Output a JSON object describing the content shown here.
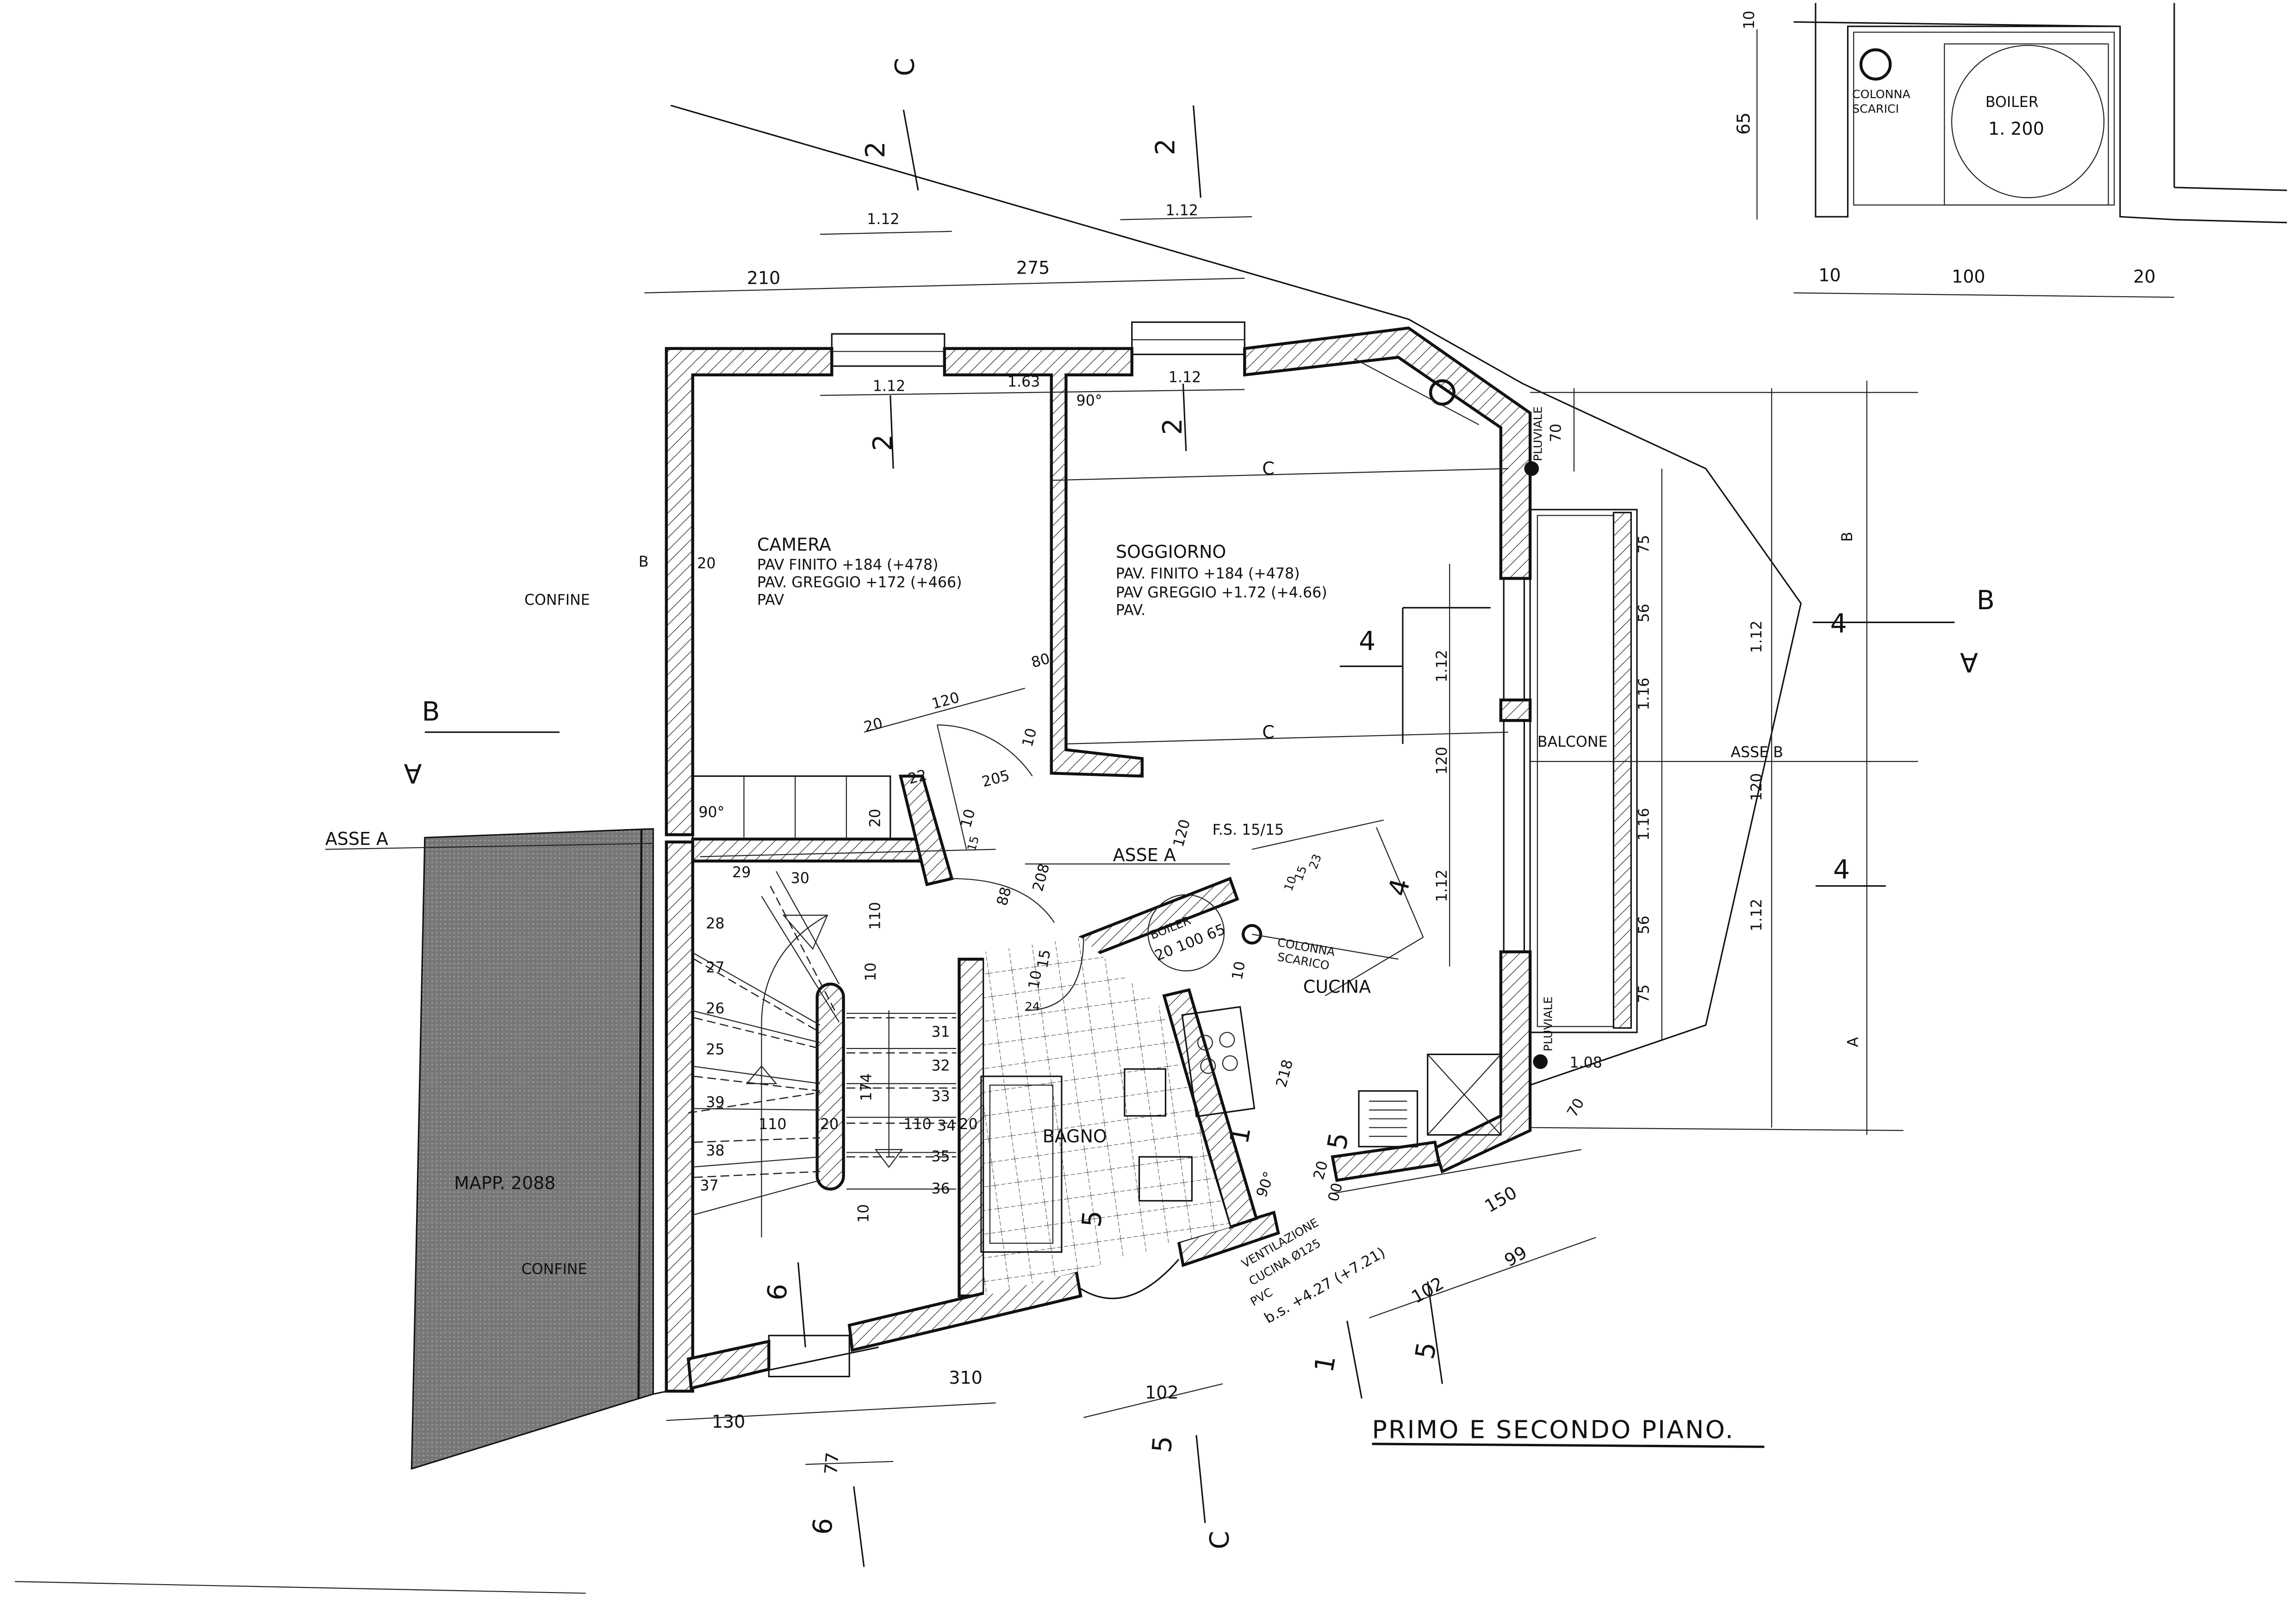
{
  "title": "PRIMO E SECONDO PIANO.",
  "colors": {
    "ink": "#111111",
    "neighbour_fill": "#7a7a7a",
    "paper": "#ffffff"
  },
  "rooms": {
    "camera": {
      "name": "CAMERA",
      "l1": "PAV FINITO +184 (+478)",
      "l2": "PAV. GREGGIO +172 (+466)",
      "l3": "PAV"
    },
    "soggiorno": {
      "name": "SOGGIORNO",
      "l1": "PAV. FINITO +184 (+478)",
      "l2": "PAV GREGGIO +1.72 (+4.66)",
      "l3": "PAV."
    },
    "cucina": "CUCINA",
    "bagno": "BAGNO",
    "balcone": "BALCONE",
    "neighbour": "MAPP. 2088"
  },
  "annotations": {
    "confine": "CONFINE",
    "asse_a": "ASSE A",
    "asse_b": "ASSE B",
    "fs": "F.S. 15/15",
    "boiler": "BOILER",
    "boiler_dims": "20 100 65",
    "colonna_scarico": [
      "COLONNA",
      "SCARICO"
    ],
    "pluviale": "PLUVIALE",
    "ventilazione": [
      "VENTILAZIONE",
      "CUCINA Ø125",
      "PVC",
      "b.s. +4.27 (+7.21)"
    ],
    "angle": "90°"
  },
  "sections": {
    "c": "C",
    "two": "2",
    "four": "4",
    "five": "5",
    "six": "6",
    "one": "1",
    "b": "B",
    "a": "A"
  },
  "dims": {
    "top": [
      "210",
      "275",
      "1.12",
      "1.12"
    ],
    "top_inner": [
      "1.12",
      "1.63",
      "1.12"
    ],
    "left": [
      "B",
      "20"
    ],
    "hall": [
      "120",
      "80",
      "20",
      "10",
      "205",
      "22",
      "20",
      "10",
      "15",
      "88",
      "208",
      "120"
    ],
    "stair": [
      "110",
      "10",
      "174",
      "110",
      "20",
      "110",
      "20",
      "10"
    ],
    "kitchen": [
      "10",
      "15",
      "23",
      "10",
      "15",
      "10",
      "218",
      "20",
      "00"
    ],
    "right_inner": [
      "1.12",
      "120",
      "1.12"
    ],
    "balcony": [
      "75",
      "56",
      "1.16",
      "1.16",
      "56",
      "75"
    ],
    "right_outer": [
      "1.12",
      "120",
      "1.12"
    ],
    "pluviale": [
      "70",
      "1.08",
      "70"
    ],
    "bottom_right": [
      "150",
      "99",
      "102"
    ],
    "bottom": [
      "130",
      "310",
      "77",
      "102"
    ]
  },
  "steps": [
    "24",
    "25",
    "26",
    "27",
    "28",
    "29",
    "30",
    "31",
    "32",
    "33",
    "34",
    "35",
    "36",
    "37",
    "38",
    "39"
  ],
  "inset": {
    "dims": [
      "10",
      "65",
      "10",
      "100",
      "20"
    ],
    "colonna": [
      "COLONNA",
      "SCARICI"
    ],
    "boiler": [
      "BOILER",
      "1. 200"
    ]
  }
}
